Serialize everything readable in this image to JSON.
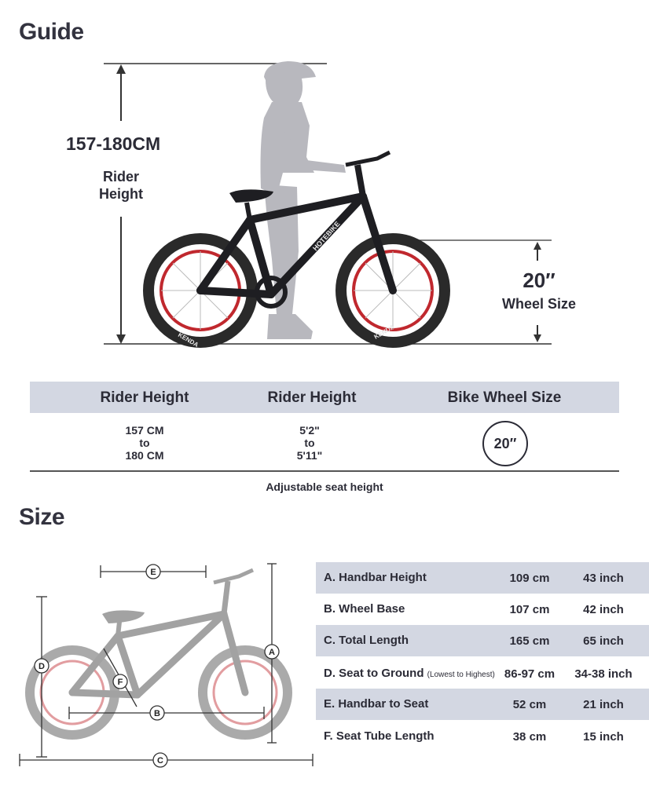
{
  "guide": {
    "title": "Guide",
    "rider_height_range": "157-180CM",
    "rider_height_label_line1": "Rider",
    "rider_height_label_line2": "Height",
    "wheel_size_value": "20″",
    "wheel_size_label": "Wheel Size",
    "bike_brand": "HOTEBIKE",
    "tire_brand": "KENDA"
  },
  "size_table": {
    "headers": [
      "Rider Height",
      "Rider Height",
      "Bike Wheel Size"
    ],
    "col1": [
      "157 CM",
      "to",
      "180 CM"
    ],
    "col2": [
      "5'2\"",
      "to",
      "5'11\""
    ],
    "wheel_badge": "20″",
    "note": "Adjustable seat height"
  },
  "size": {
    "title": "Size",
    "markers": [
      "A",
      "B",
      "C",
      "D",
      "E",
      "F"
    ],
    "specs": [
      {
        "label": "A. Handbar Height",
        "sub": "",
        "cm": "109 cm",
        "inch": "43 inch"
      },
      {
        "label": "B. Wheel Base",
        "sub": "",
        "cm": "107 cm",
        "inch": "42 inch"
      },
      {
        "label": "C. Total Length",
        "sub": "",
        "cm": "165 cm",
        "inch": "65 inch"
      },
      {
        "label": "D. Seat to Ground",
        "sub": "(Lowest to Highest)",
        "cm": "86-97 cm",
        "inch": "34-38 inch"
      },
      {
        "label": "E. Handbar to Seat",
        "sub": "",
        "cm": "52 cm",
        "inch": "21 inch"
      },
      {
        "label": "F. Seat Tube Length",
        "sub": "",
        "cm": "38 cm",
        "inch": "15 inch"
      }
    ]
  },
  "colors": {
    "header_band": "#d3d7e2",
    "text": "#2b2b36",
    "rider_silhouette": "#b8b8be",
    "bike_frame": "#1e1e22",
    "rim_red": "#c0282e"
  }
}
